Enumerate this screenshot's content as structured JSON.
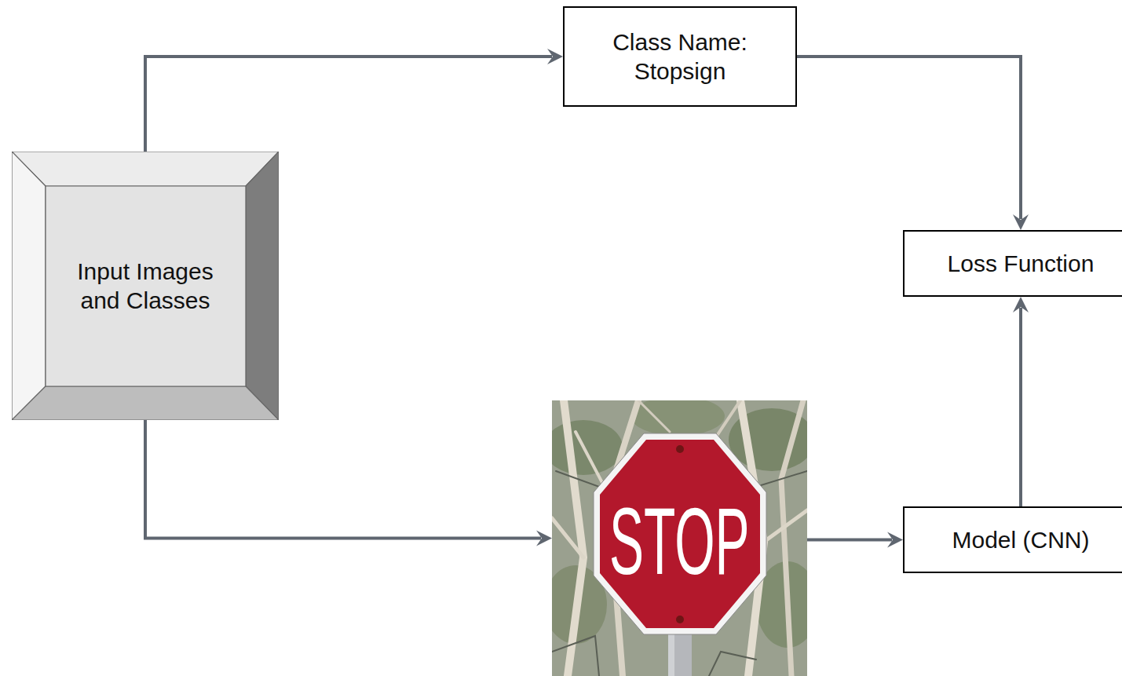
{
  "diagram": {
    "nodes": [
      {
        "text": [
          "Input Images and Classes"
        ]
      },
      {
        "text": [
          "Class Name: Stopsign"
        ]
      },
      {
        "text": [
          "Loss Function"
        ]
      },
      {
        "text": [
          "STOP"
        ]
      },
      {
        "text": [
          "Model (CNN)"
        ]
      }
    ],
    "edges": [
      {
        "from": 0,
        "to": 1,
        "arrow": "to"
      },
      {
        "from": 1,
        "to": 2,
        "arrow": "to"
      },
      {
        "from": 0,
        "to": 3,
        "arrow": "to"
      },
      {
        "from": 3,
        "to": 4,
        "arrow": "to"
      },
      {
        "from": 4,
        "to": 2,
        "arrow": "to"
      }
    ]
  }
}
